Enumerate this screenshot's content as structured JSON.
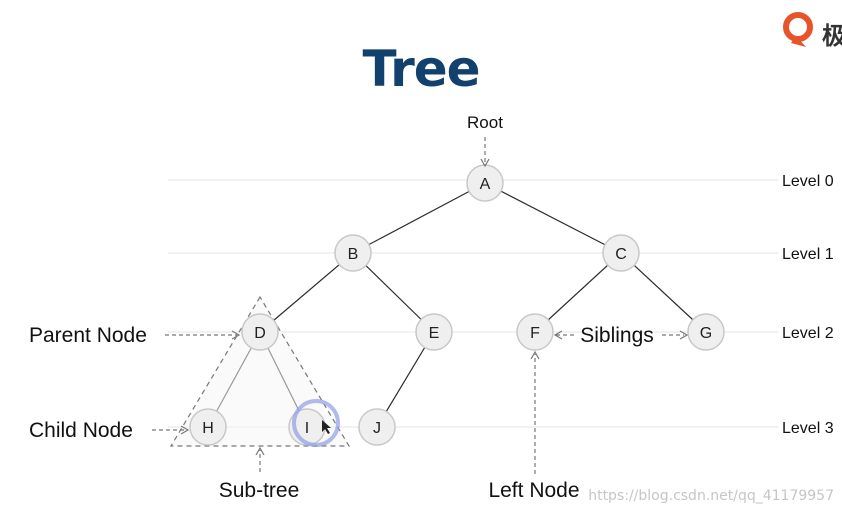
{
  "title": "Tree",
  "logo": {
    "icon": "q-logo-icon",
    "glyph": "极",
    "accent": "#e8532a"
  },
  "root_label": "Root",
  "nodes": [
    {
      "id": "A",
      "level": 0
    },
    {
      "id": "B",
      "level": 1
    },
    {
      "id": "C",
      "level": 1
    },
    {
      "id": "D",
      "level": 2
    },
    {
      "id": "E",
      "level": 2
    },
    {
      "id": "F",
      "level": 2
    },
    {
      "id": "G",
      "level": 2
    },
    {
      "id": "H",
      "level": 3
    },
    {
      "id": "I",
      "level": 3
    },
    {
      "id": "J",
      "level": 3
    }
  ],
  "edges": [
    [
      "A",
      "B"
    ],
    [
      "A",
      "C"
    ],
    [
      "B",
      "D"
    ],
    [
      "B",
      "E"
    ],
    [
      "C",
      "F"
    ],
    [
      "C",
      "G"
    ],
    [
      "D",
      "H"
    ],
    [
      "D",
      "I"
    ],
    [
      "E",
      "J"
    ]
  ],
  "levels": [
    "Level 0",
    "Level 1",
    "Level 2",
    "Level 3"
  ],
  "annotations": {
    "parent_node": "Parent Node",
    "child_node": "Child Node",
    "siblings": "Siblings",
    "sub_tree": "Sub-tree",
    "left_node": "Left Node"
  },
  "watermark": "https://blog.csdn.net/qq_41179957",
  "colors": {
    "title": "#13416d",
    "node_fill": "#efefef",
    "node_stroke": "#c8c8c8",
    "edge": "#2b2b2b",
    "level_line": "#e6e6e6",
    "dash": "#777777",
    "cursor_ring": "#7f8fe0"
  }
}
